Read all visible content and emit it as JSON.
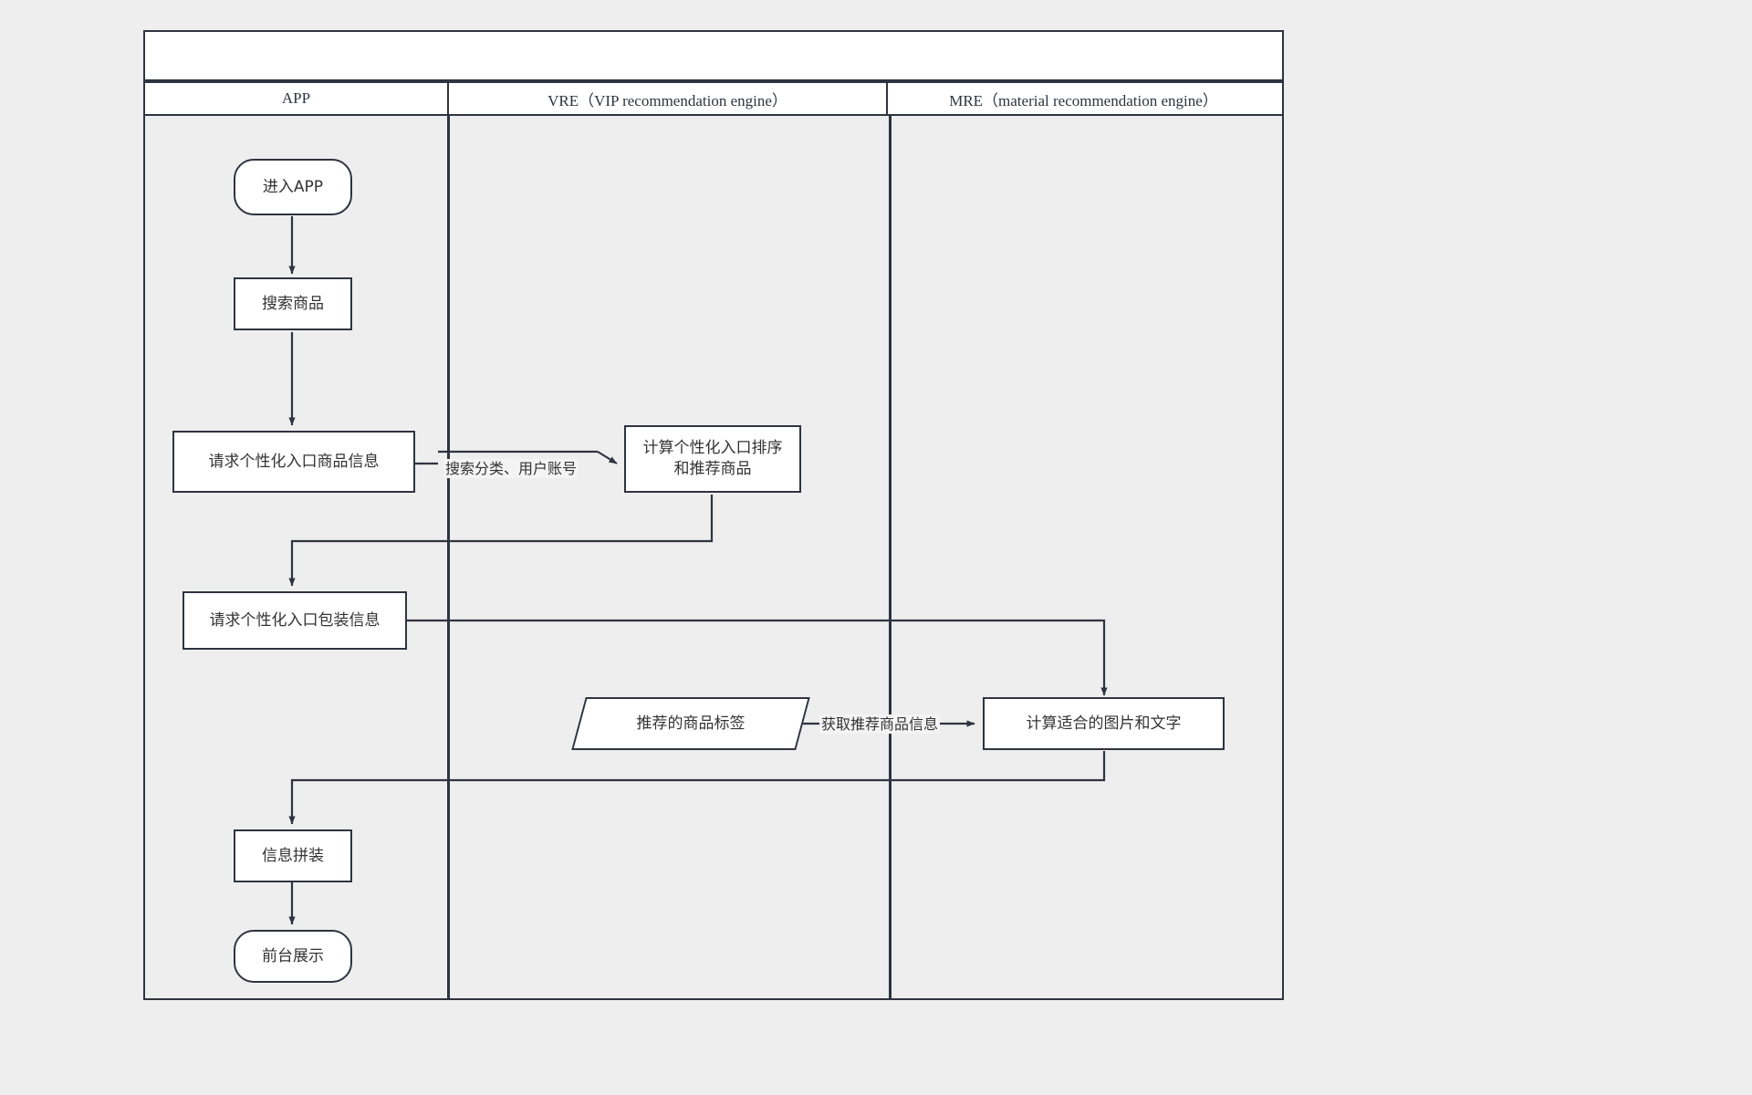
{
  "diagram": {
    "type": "swimlane-flowchart",
    "title_row_text": "",
    "lanes": [
      {
        "id": "app",
        "label": "APP"
      },
      {
        "id": "vre",
        "label": "VRE（VIP recommendation engine）"
      },
      {
        "id": "mre",
        "label": "MRE（material recommendation engine）"
      }
    ],
    "nodes": [
      {
        "id": "n1",
        "lane": "app",
        "shape": "terminator",
        "label": "进入APP"
      },
      {
        "id": "n2",
        "lane": "app",
        "shape": "process",
        "label": "搜索商品"
      },
      {
        "id": "n3",
        "lane": "app",
        "shape": "process",
        "label": "请求个性化入口商品信息"
      },
      {
        "id": "n4",
        "lane": "vre",
        "shape": "process",
        "label_line1": "计算个性化入口排序",
        "label_line2": "和推荐商品"
      },
      {
        "id": "n5",
        "lane": "app",
        "shape": "process",
        "label": "请求个性化入口包装信息"
      },
      {
        "id": "n6",
        "lane": "vre",
        "shape": "parallelogram",
        "label": "推荐的商品标签"
      },
      {
        "id": "n7",
        "lane": "mre",
        "shape": "process",
        "label": "计算适合的图片和文字"
      },
      {
        "id": "n8",
        "lane": "app",
        "shape": "process",
        "label": "信息拼装"
      },
      {
        "id": "n9",
        "lane": "app",
        "shape": "terminator",
        "label": "前台展示"
      }
    ],
    "edge_labels": [
      {
        "id": "e1",
        "label": "搜索分类、用户账号"
      },
      {
        "id": "e2",
        "label": "获取推荐商品信息"
      }
    ],
    "colors": {
      "background": "#eeeeee",
      "lane_fill": "#efefef",
      "node_fill": "#ffffff",
      "stroke": "#2e3440",
      "text": "#333333"
    }
  }
}
